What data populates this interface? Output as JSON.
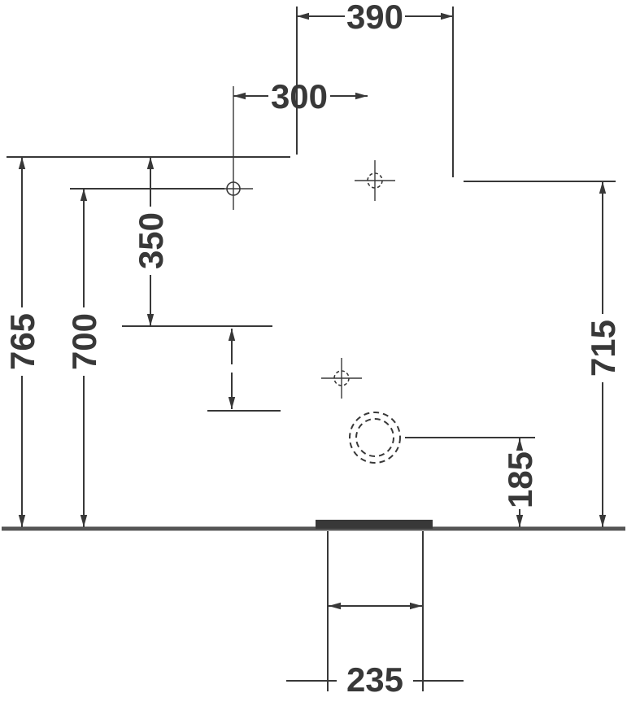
{
  "drawing": {
    "type": "technical-installation-drawing",
    "colors": {
      "ink": "#383838",
      "ground_line": "#565656",
      "background": "#ffffff"
    },
    "dimensions": {
      "top_width": "390",
      "hole_offset": "300",
      "overall_height": "765",
      "fixing_hole_height": "700",
      "upper_spacing": "350",
      "right_height": "715",
      "outlet_height": "185",
      "outlet_width": "235"
    }
  }
}
